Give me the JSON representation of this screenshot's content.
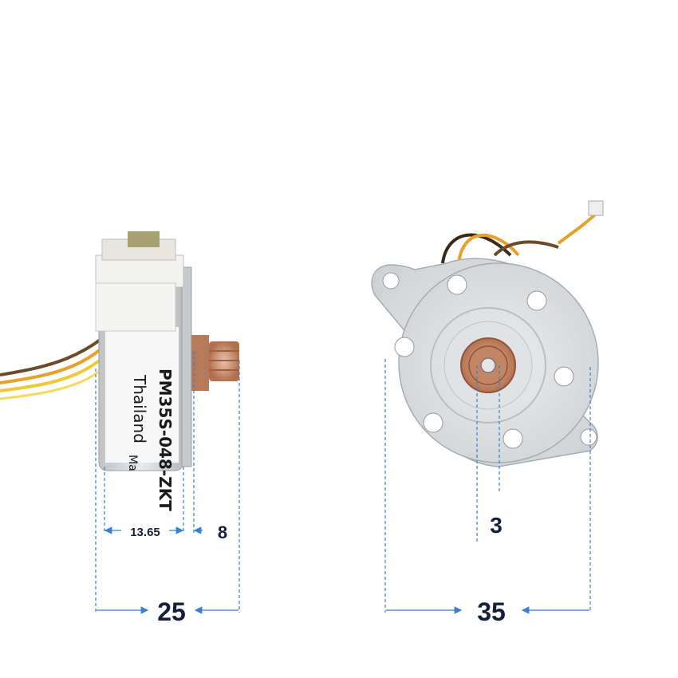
{
  "photo": {
    "side_view": {
      "label_model": "PM35S-048-ZKT",
      "label_country": "Thailand",
      "label_partial": "Ma"
    },
    "dimensions": {
      "body_depth": "13.65",
      "shaft_length": "8",
      "total_depth": "25",
      "shaft_diameter": "3",
      "width": "35"
    },
    "colors": {
      "dimension_line": "#3a7fd0",
      "label": "#14203a",
      "body_metal": "#d9dcde",
      "gear_copper": "#c98a6a"
    }
  }
}
